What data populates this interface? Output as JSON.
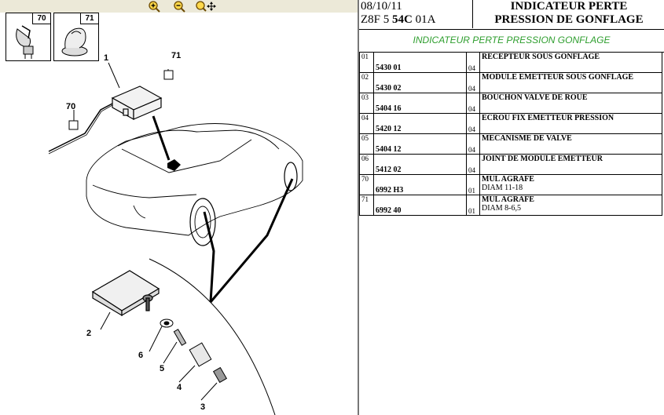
{
  "header": {
    "date": "08/10/11",
    "code_prefix": "Z8F 5",
    "code_bold": "54C",
    "code_suffix": "01A",
    "title_line1": "INDICATEUR PERTE",
    "title_line2": "PRESSION DE GONFLAGE"
  },
  "subtitle": "INDICATEUR PERTE PRESSION GONFLAGE",
  "thumbs": [
    {
      "number": "70"
    },
    {
      "number": "71"
    }
  ],
  "callouts": [
    "1",
    "71",
    "70",
    "2",
    "6",
    "5",
    "4",
    "3"
  ],
  "parts": [
    {
      "index": "01",
      "ref": "5430 01",
      "qty": "04",
      "desc": "RECEPTEUR SOUS GONFLAGE",
      "sub": ""
    },
    {
      "index": "02",
      "ref": "5430 02",
      "qty": "04",
      "desc": "MODULE EMETTEUR SOUS GONFLAGE",
      "sub": ""
    },
    {
      "index": "03",
      "ref": "5404 16",
      "qty": "04",
      "desc": "BOUCHON VALVE DE ROUE",
      "sub": ""
    },
    {
      "index": "04",
      "ref": "5420 12",
      "qty": "04",
      "desc": "ECROU FIX EMETTEUR PRESSION",
      "sub": ""
    },
    {
      "index": "05",
      "ref": "5404 12",
      "qty": "04",
      "desc": "MECANISME DE VALVE",
      "sub": ""
    },
    {
      "index": "06",
      "ref": "5412 02",
      "qty": "04",
      "desc": "JOINT DE MODULE EMETTEUR",
      "sub": ""
    },
    {
      "index": "70",
      "ref": "6992 H3",
      "qty": "01",
      "desc": "MUL AGRAFE",
      "sub": "DIAM 11-18"
    },
    {
      "index": "71",
      "ref": "6992 40",
      "qty": "01",
      "desc": "MUL AGRAFE",
      "sub": "DIAM 8-6,5"
    }
  ]
}
